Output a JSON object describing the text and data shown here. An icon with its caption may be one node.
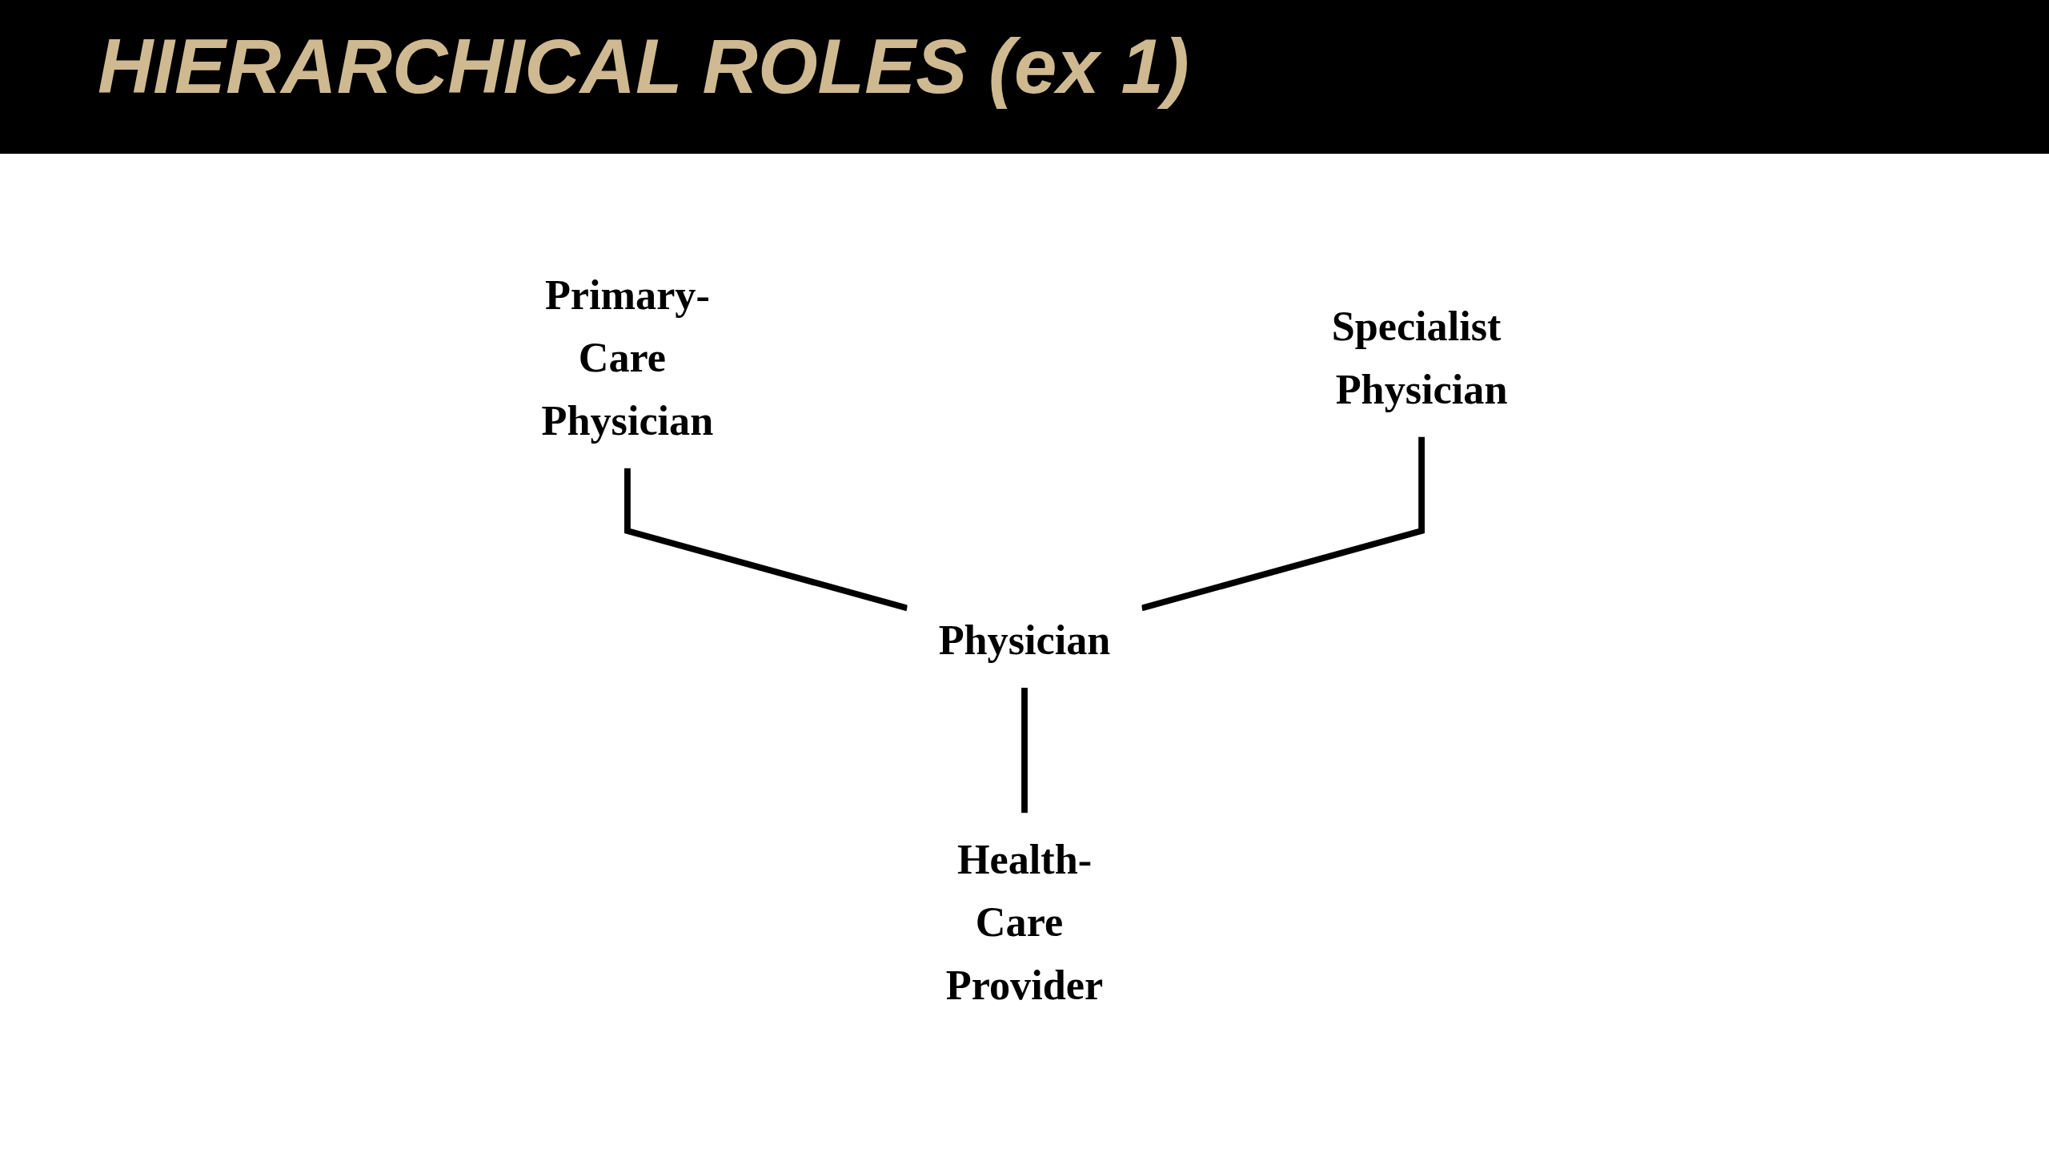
{
  "diagram": {
    "title": "HIERARCHICAL ROLES (ex 1)",
    "nodes": [
      {
        "text": [
          "Primary-Care Physician"
        ]
      },
      {
        "text": [
          "Specialist Physician"
        ]
      },
      {
        "text": [
          "Physician"
        ]
      },
      {
        "text": [
          "Health-Care Provider"
        ]
      }
    ],
    "edges": [
      {
        "from": 0,
        "to": 2,
        "arrow": "none"
      },
      {
        "from": 1,
        "to": 2,
        "arrow": "none"
      },
      {
        "from": 2,
        "to": 3,
        "arrow": "none"
      }
    ]
  }
}
